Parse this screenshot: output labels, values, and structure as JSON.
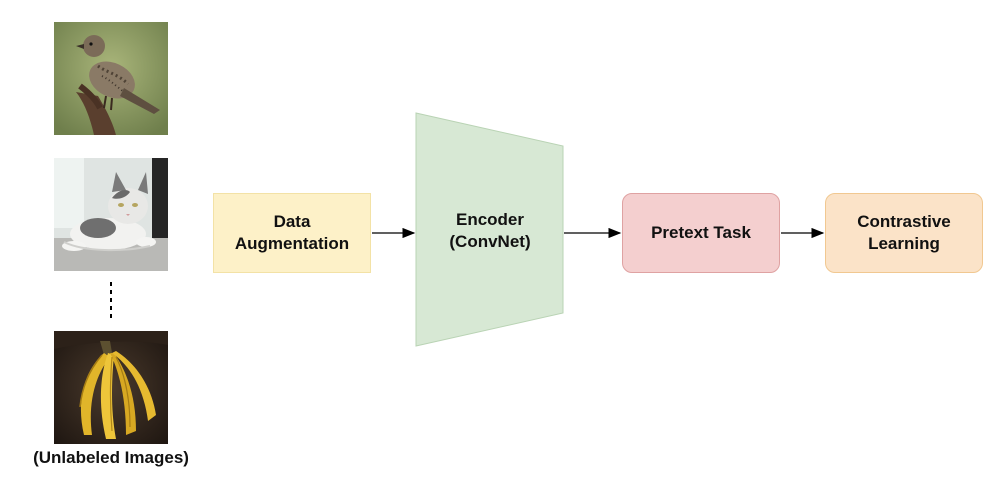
{
  "images": [
    {
      "subject": "bird"
    },
    {
      "subject": "cat"
    },
    {
      "subject": "bananas"
    }
  ],
  "caption": "(Unlabeled Images)",
  "nodes": {
    "augmentation": "Data\nAugmentation",
    "encoder": "Encoder\n(ConvNet)",
    "pretext": "Pretext Task",
    "contrastive": "Contrastive\nLearning"
  },
  "colors": {
    "augmentation_fill": "#fdf1c8",
    "encoder_fill": "#d7e8d4",
    "pretext_fill": "#f4cfcf",
    "contrastive_fill": "#fbe3c8",
    "arrow": "#000000"
  }
}
